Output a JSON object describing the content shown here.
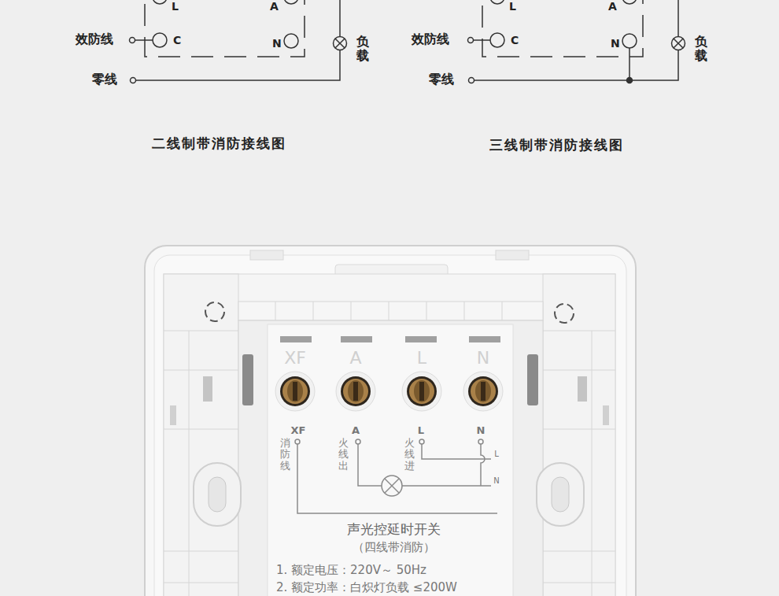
{
  "diagram": {
    "nodes": [
      {
        "text": [
          "L",
          "A",
          "C",
          "N"
        ]
      },
      {
        "text": [
          "负载"
        ]
      },
      {
        "text": [
          "L",
          "A",
          "C",
          "N"
        ]
      },
      {
        "text": [
          "负载"
        ]
      }
    ],
    "edges": [
      {
        "from": 0,
        "to": 1,
        "arrow": "none"
      },
      {
        "from": 2,
        "to": 3,
        "arrow": "none"
      },
      {
        "from": 2,
        "to": 3,
        "arrow": "none"
      }
    ],
    "labels": [
      "效防线",
      "零线",
      "二线制带消防接线图",
      "效防线",
      "零线",
      "三线制带消防接线图",
      "XF",
      "A",
      "L",
      "N",
      "XF",
      "消防线",
      "A",
      "火线出",
      "L",
      "火线进",
      "N",
      "L",
      "N",
      "声光控延时开关",
      "（四线带消防）",
      "1. 额定电压：220V～ 50Hz",
      "2. 额定功率：白炽灯负载 ≤200W"
    ]
  }
}
